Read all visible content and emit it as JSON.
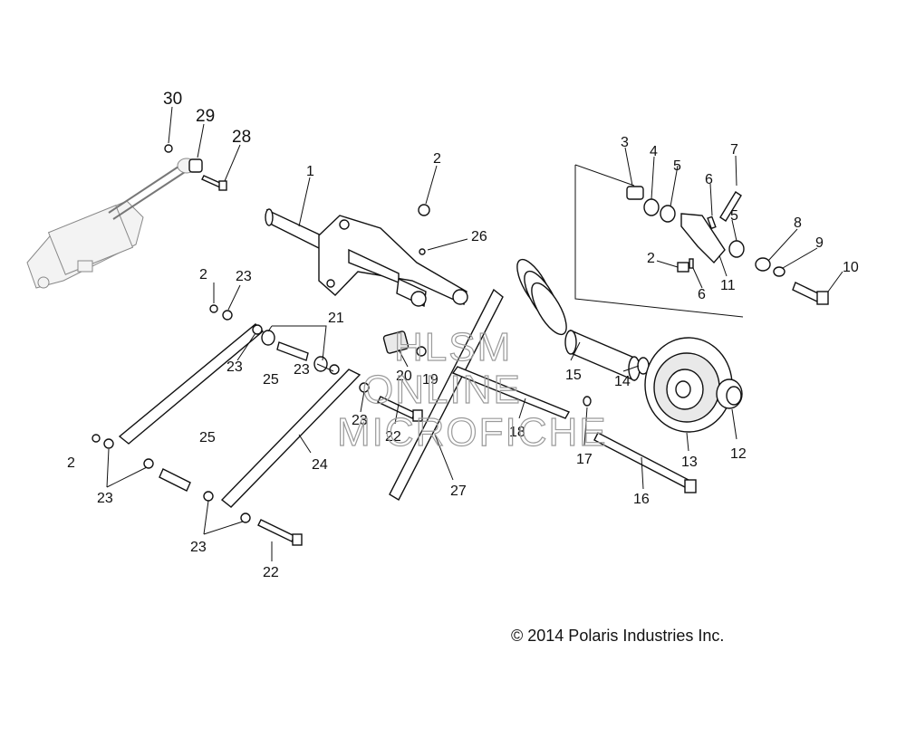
{
  "callouts": [
    {
      "id": "c30",
      "label": "30"
    },
    {
      "id": "c29",
      "label": "29"
    },
    {
      "id": "c28",
      "label": "28"
    },
    {
      "id": "c1",
      "label": "1"
    },
    {
      "id": "c2a",
      "label": "2"
    },
    {
      "id": "c26",
      "label": "26"
    },
    {
      "id": "c2b",
      "label": "2"
    },
    {
      "id": "c23a",
      "label": "23"
    },
    {
      "id": "c21",
      "label": "21"
    },
    {
      "id": "c23b",
      "label": "23"
    },
    {
      "id": "c25a",
      "label": "25"
    },
    {
      "id": "c23c",
      "label": "23"
    },
    {
      "id": "c23d",
      "label": "23"
    },
    {
      "id": "c20",
      "label": "20"
    },
    {
      "id": "c19",
      "label": "19"
    },
    {
      "id": "c22a",
      "label": "22"
    },
    {
      "id": "c2c",
      "label": "2"
    },
    {
      "id": "c23e",
      "label": "23"
    },
    {
      "id": "c25b",
      "label": "25"
    },
    {
      "id": "c24",
      "label": "24"
    },
    {
      "id": "c23f",
      "label": "23"
    },
    {
      "id": "c22b",
      "label": "22"
    },
    {
      "id": "c27",
      "label": "27"
    },
    {
      "id": "c18",
      "label": "18"
    },
    {
      "id": "c15",
      "label": "15"
    },
    {
      "id": "c14",
      "label": "14"
    },
    {
      "id": "c17",
      "label": "17"
    },
    {
      "id": "c16",
      "label": "16"
    },
    {
      "id": "c13",
      "label": "13"
    },
    {
      "id": "c12",
      "label": "12"
    },
    {
      "id": "c3",
      "label": "3"
    },
    {
      "id": "c4",
      "label": "4"
    },
    {
      "id": "c5a",
      "label": "5"
    },
    {
      "id": "c6a",
      "label": "6"
    },
    {
      "id": "c7",
      "label": "7"
    },
    {
      "id": "c5b",
      "label": "5"
    },
    {
      "id": "c8",
      "label": "8"
    },
    {
      "id": "c9",
      "label": "9"
    },
    {
      "id": "c10",
      "label": "10"
    },
    {
      "id": "c2d",
      "label": "2"
    },
    {
      "id": "c6b",
      "label": "6"
    },
    {
      "id": "c11",
      "label": "11"
    }
  ],
  "watermark": {
    "line1": "HLSM",
    "line2": "ONLINE",
    "line3": "MICROFICHE"
  },
  "copyright": "© 2014 Polaris Industries Inc."
}
